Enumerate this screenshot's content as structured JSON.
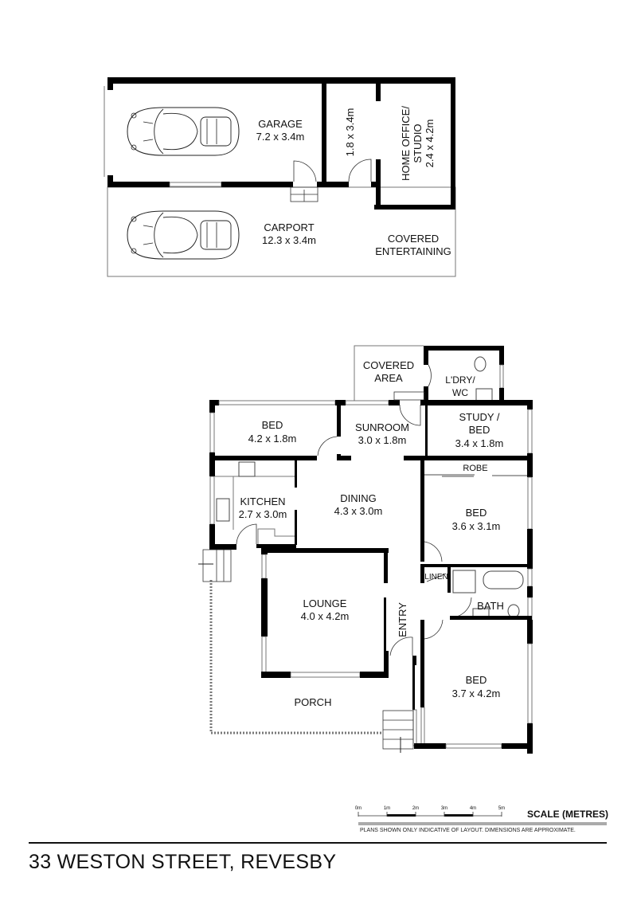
{
  "outbuilding": {
    "garage": {
      "name": "GARAGE",
      "size": "7.2 x 3.4m"
    },
    "storage": {
      "size": "1.8 x 3.4m"
    },
    "home_office": {
      "name_line1": "HOME OFFICE/",
      "name_line2": "STUDIO",
      "size": "2.4 x 4.2m"
    },
    "carport": {
      "name": "CARPORT",
      "size": "12.3 x 3.4m"
    },
    "covered_entertaining": {
      "line1": "COVERED",
      "line2": "ENTERTAINING"
    }
  },
  "house": {
    "covered_area": {
      "line1": "COVERED",
      "line2": "AREA"
    },
    "laundry": {
      "line1": "L'DRY/",
      "line2": "WC"
    },
    "bed1": {
      "name": "BED",
      "size": "4.2 x 1.8m"
    },
    "sunroom": {
      "name": "SUNROOM",
      "size": "3.0 x 1.8m"
    },
    "study": {
      "line1": "STUDY /",
      "line2": "BED",
      "size": "3.4 x 1.8m"
    },
    "robe": "ROBE",
    "kitchen": {
      "name": "KITCHEN",
      "size": "2.7 x 3.0m"
    },
    "dining": {
      "name": "DINING",
      "size": "4.3 x 3.0m"
    },
    "bed2": {
      "name": "BED",
      "size": "3.6 x 3.1m"
    },
    "linen": "LINEN",
    "bath": "BATH",
    "lounge": {
      "name": "LOUNGE",
      "size": "4.0 x 4.2m"
    },
    "entry": "ENTRY",
    "bed3": {
      "name": "BED",
      "size": "3.7 x 4.2m"
    },
    "porch": "PORCH"
  },
  "scale": {
    "ticks": [
      "0m",
      "1m",
      "2m",
      "3m",
      "4m",
      "5m"
    ],
    "title": "SCALE (METRES)",
    "disclaimer": "PLANS SHOWN ONLY INDICATIVE OF LAYOUT.  DIMENSIONS ARE APPROXIMATE."
  },
  "address": "33 WESTON STREET, REVESBY"
}
